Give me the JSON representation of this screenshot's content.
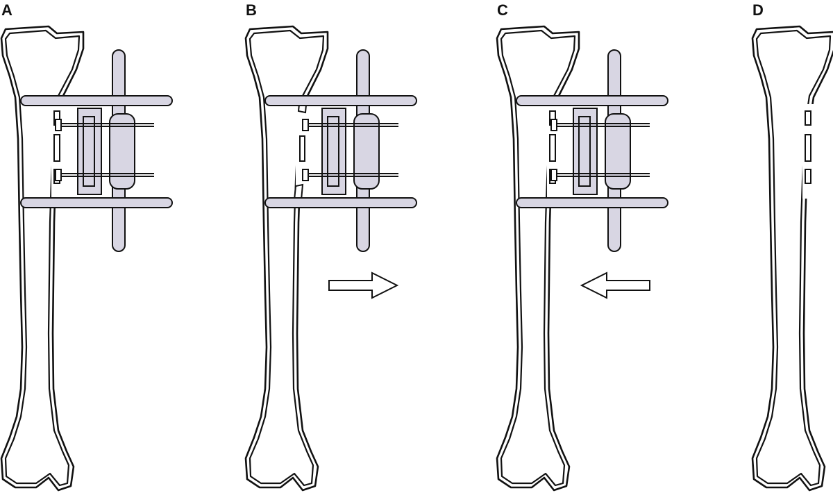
{
  "panels": [
    {
      "id": "A",
      "label": "A",
      "fixator": true,
      "arrow": null,
      "fragment_shift": 0
    },
    {
      "id": "B",
      "label": "B",
      "fixator": true,
      "arrow": "right",
      "fragment_shift": 1
    },
    {
      "id": "C",
      "label": "C",
      "fixator": true,
      "arrow": "left",
      "fragment_shift": 0
    },
    {
      "id": "D",
      "label": "D",
      "fixator": false,
      "arrow": null,
      "fragment_shift": 0
    }
  ],
  "colors": {
    "stroke": "#111111",
    "fixator_fill": "#d8d6e3",
    "background": "#ffffff"
  }
}
